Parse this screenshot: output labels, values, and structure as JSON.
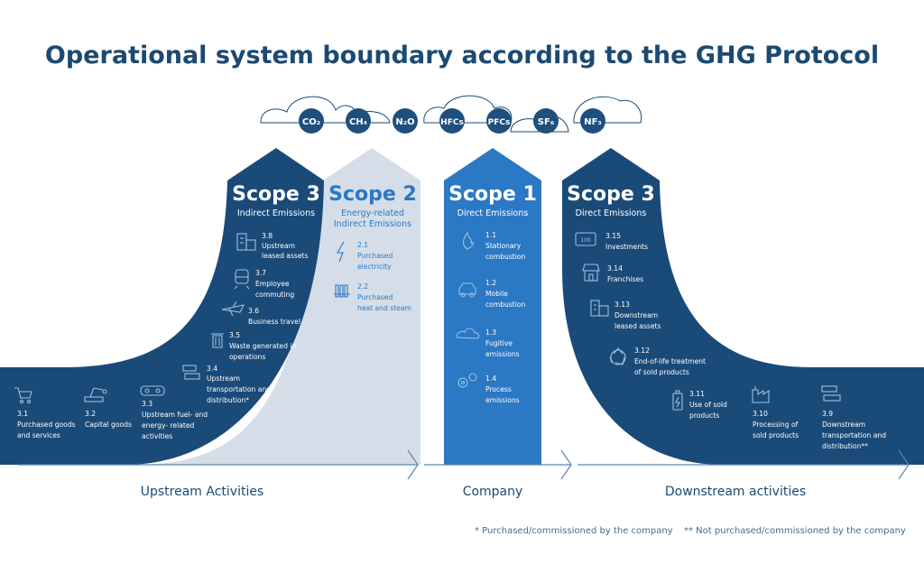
{
  "title": "Operational system boundary according to the GHG Protocol",
  "gases": [
    "CO₂",
    "CH₄",
    "N₂O",
    "HFCs",
    "PFCs",
    "SF₆",
    "NF₃"
  ],
  "scopes": {
    "upstream3": {
      "title": "Scope 3",
      "subtitle": "Indirect Emissions"
    },
    "scope2": {
      "title": "Scope 2",
      "subtitle_line1": "Energy-related",
      "subtitle_line2": "Indirect Emissions"
    },
    "scope1": {
      "title": "Scope 1",
      "subtitle": "Direct Emissions"
    },
    "downstream3": {
      "title": "Scope 3",
      "subtitle": "Direct Emissions"
    }
  },
  "items": {
    "i3_8": {
      "num": "3.8",
      "line1": "Upstream",
      "line2": "leased assets",
      "icon": "building-icon"
    },
    "i3_7": {
      "num": "3.7",
      "line1": "Employee",
      "line2": "commuting",
      "icon": "train-icon"
    },
    "i3_6": {
      "num": "3.6",
      "line1": "Business travel",
      "icon": "airplane-icon"
    },
    "i3_5": {
      "num": "3.5",
      "line1": "Waste generated in",
      "line2": "operations",
      "icon": "trash-icon"
    },
    "i3_4": {
      "num": "3.4",
      "line1": "Upstream",
      "line2": "transportation and",
      "line3": "distribution*",
      "icon": "truck-icon"
    },
    "i3_3": {
      "num": "3.3",
      "line1": "Upstream fuel- and",
      "line2": "energy- related",
      "line3": "activities",
      "icon": "fuel-tank-icon"
    },
    "i3_2": {
      "num": "3.2",
      "line1": "Capital goods",
      "icon": "robot-arm-icon"
    },
    "i3_1": {
      "num": "3.1",
      "line1": "Purchased goods",
      "line2": "and services",
      "icon": "cart-icon"
    },
    "i2_1": {
      "num": "2.1",
      "line1": "Purchased",
      "line2": "electricity",
      "icon": "lightning-icon"
    },
    "i2_2": {
      "num": "2.2",
      "line1": "Purchased",
      "line2": "heat and steam",
      "icon": "radiator-icon"
    },
    "i1_1": {
      "num": "1.1",
      "line1": "Stationary",
      "line2": "combustion",
      "icon": "flame-icon"
    },
    "i1_2": {
      "num": "1.2",
      "line1": "Mobile",
      "line2": "combustion",
      "icon": "car-icon"
    },
    "i1_3": {
      "num": "1.3",
      "line1": "Fugitive",
      "line2": "emissions",
      "icon": "cloud-icon"
    },
    "i1_4": {
      "num": "1.4",
      "line1": "Process",
      "line2": "emissions",
      "icon": "gears-icon"
    },
    "i3_15": {
      "num": "3.15",
      "line1": "Investments",
      "icon": "banknote-icon",
      "note_text": "100"
    },
    "i3_14": {
      "num": "3.14",
      "line1": "Franchises",
      "icon": "shop-icon"
    },
    "i3_13": {
      "num": "3.13",
      "line1": "Downstream",
      "line2": "leased assets",
      "icon": "building-icon"
    },
    "i3_12": {
      "num": "3.12",
      "line1": "End-of-life treatment",
      "line2": "of sold products",
      "icon": "recycle-icon"
    },
    "i3_11": {
      "num": "3.11",
      "line1": "Use of sold",
      "line2": "products",
      "icon": "battery-icon"
    },
    "i3_10": {
      "num": "3.10",
      "line1": "Processing of",
      "line2": "sold products",
      "icon": "factory-icon"
    },
    "i3_9": {
      "num": "3.9",
      "line1": "Downstream",
      "line2": "transportation and",
      "line3": "distribution**",
      "icon": "truck-icon"
    }
  },
  "labels": {
    "upstream": "Upstream Activities",
    "company": "Company",
    "downstream": "Downstream activities"
  },
  "footnotes": {
    "single": "* Purchased/commissioned by the company",
    "double": "** Not purchased/commissioned by the company"
  },
  "colors": {
    "dark_navy": "#1b4a72",
    "scope3": "#1a4a78",
    "scope2": "#d5dee8",
    "scope1": "#2b78c4",
    "gas_circle": "#1f4f7d",
    "icon_stroke": "#9cc0e0"
  }
}
